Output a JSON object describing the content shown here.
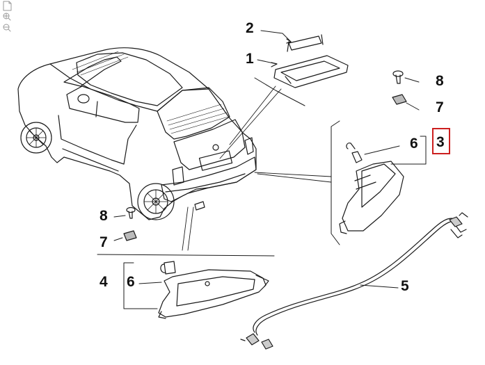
{
  "toolbar": {
    "icons": [
      "page-icon",
      "zoom-in-icon",
      "zoom-out-icon"
    ]
  },
  "callouts": {
    "c2": "2",
    "c1": "1",
    "c8a": "8",
    "c7a": "7",
    "c6a": "6",
    "c3": "3",
    "c8b": "8",
    "c7b": "7",
    "c4": "4",
    "c6b": "6",
    "c5": "5"
  },
  "colors": {
    "line": "#1a1a1a",
    "highlight": "#cc1f1f"
  }
}
